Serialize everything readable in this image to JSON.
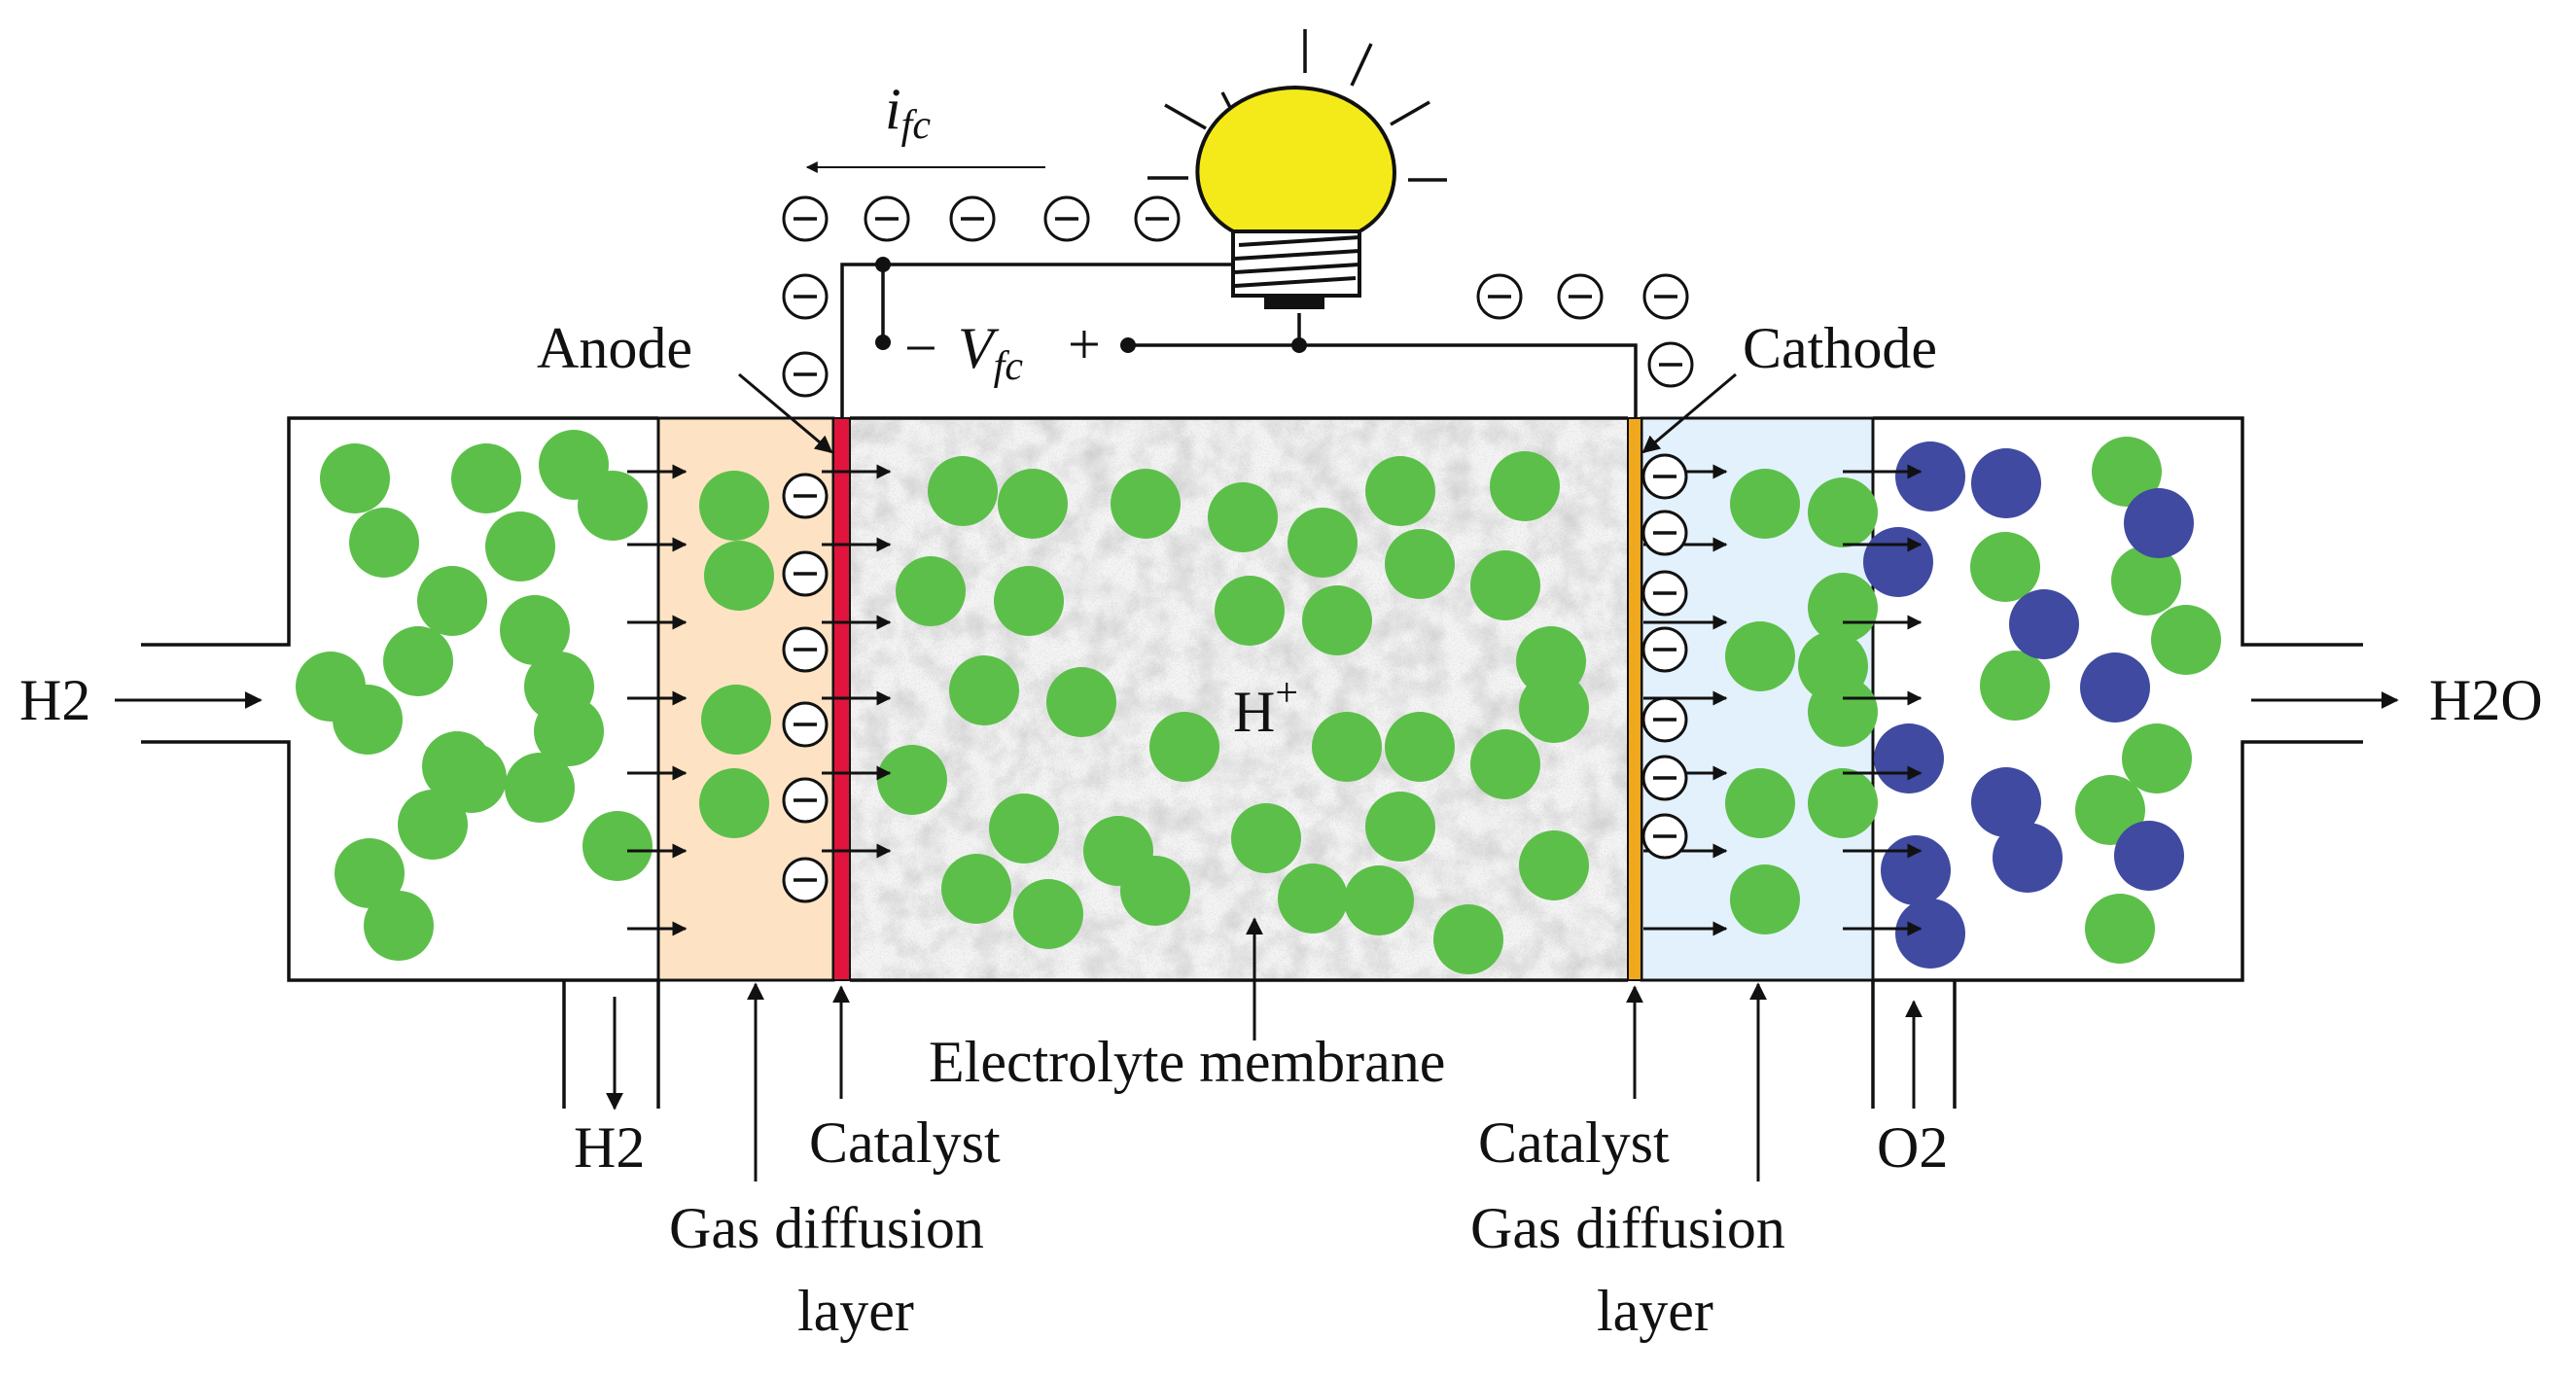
{
  "labels": {
    "current_symbol": "i",
    "current_sub": "fc",
    "voltage_minus": "−",
    "voltage_symbol": "V",
    "voltage_sub": "fc",
    "voltage_plus": "+",
    "anode": "Anode",
    "cathode": "Cathode",
    "h2_in": "H2",
    "h2o_out": "H2O",
    "h2_out": "H2",
    "o2_in": "O2",
    "proton": "H",
    "proton_charge": "+",
    "membrane": "Electrolyte membrane",
    "catalyst_left": "Catalyst",
    "catalyst_right": "Catalyst",
    "gdl_left_1": "Gas diffusion",
    "gdl_left_2": "layer",
    "gdl_right_1": "Gas diffusion",
    "gdl_right_2": "layer",
    "electron_symbol": "−"
  },
  "colors": {
    "hydrogen": "#5cbf4a",
    "oxygen": "#3f4aa0",
    "anode_gdl": "#fde3c3",
    "cathode_gdl": "#e3f1fc",
    "anode_catalyst": "#e0143c",
    "cathode_catalyst": "#f0a81e",
    "bulb": "#f4ea1a",
    "membrane_texture": "#c8c8c8",
    "line": "#111111"
  },
  "icons": [
    "light-bulb-icon",
    "electron-icon",
    "arrow-icon"
  ]
}
